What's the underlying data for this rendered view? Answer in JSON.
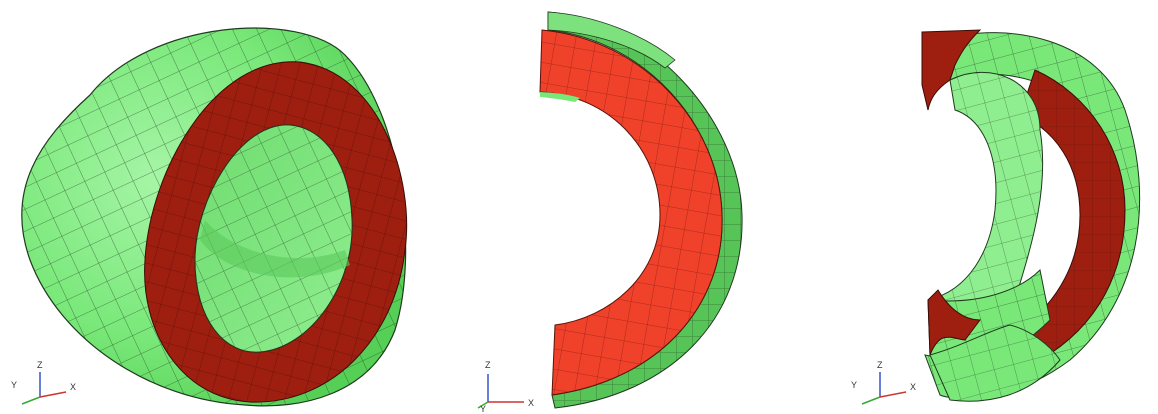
{
  "scene": {
    "background": "#ffffff",
    "colors": {
      "outer_surface": "#79e879",
      "outer_surface_dark": "#4fc44f",
      "cut_face": "#9e1e10",
      "cut_face_bright": "#f0412a",
      "mesh_line": "#1f3a1f",
      "outer_rim_dark": "#2f8a3a"
    },
    "views": [
      {
        "name": "full-torus-view",
        "description_id": "torus-full"
      },
      {
        "name": "half-section-view",
        "description_id": "torus-half"
      },
      {
        "name": "cutaway-view",
        "description_id": "torus-cutaway"
      }
    ],
    "triad": {
      "z_label": "Z",
      "y_label": "Y",
      "x_label": "X"
    }
  }
}
